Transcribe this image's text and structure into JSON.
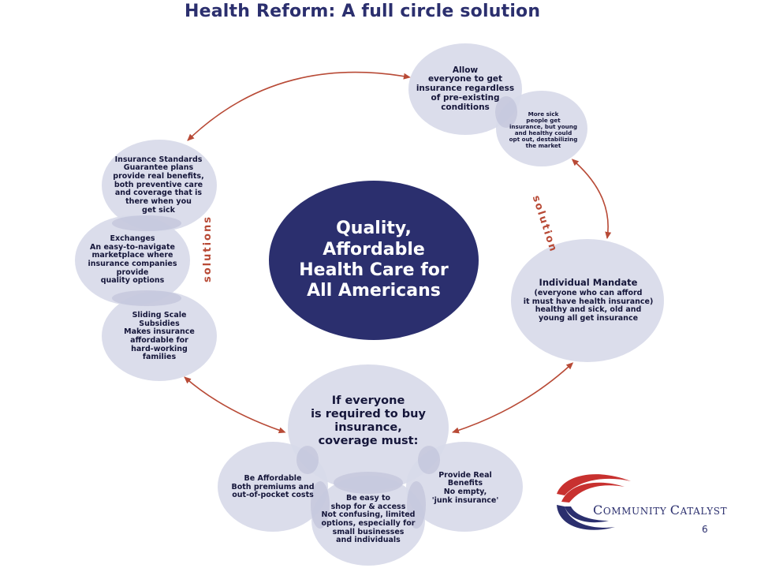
{
  "title": "Health Reform: A full circle solution",
  "center": {
    "lines": [
      "Quality,",
      "Affordable",
      "Health Care for",
      "All Americans"
    ]
  },
  "nodes": {
    "allow": {
      "lines": [
        "Allow",
        "everyone to get",
        "insurance regardless",
        "of pre-existing",
        "conditions"
      ]
    },
    "sick": {
      "lines": [
        "More sick",
        "people get",
        "insurance, but young",
        "and healthy could",
        "opt out, destabilizing",
        "the market"
      ]
    },
    "mandate": {
      "heading": "Individual Mandate",
      "lines": [
        "(everyone who can afford",
        "it must have health insurance)",
        "healthy and sick, old and",
        "young all get insurance"
      ]
    },
    "everyone": {
      "lines": [
        "If everyone",
        "is required to buy",
        "insurance,",
        "coverage must:"
      ]
    },
    "affordable": {
      "heading": "Be Affordable",
      "lines": [
        "Both premiums and",
        "out-of-pocket costs"
      ]
    },
    "easy": {
      "heading": "Be easy to",
      "heading2": "shop for & access",
      "lines": [
        "Not confusing, limited",
        "options, especially for",
        "small businesses",
        "and individuals"
      ]
    },
    "real": {
      "heading": "Provide Real",
      "heading2": "Benefits",
      "lines": [
        "No empty,",
        "'junk insurance'"
      ]
    },
    "standards": {
      "heading": "Insurance Standards",
      "lines": [
        "Guarantee plans",
        "provide real benefits,",
        "both preventive care",
        "and coverage that is",
        "there when you",
        "get sick"
      ]
    },
    "exchanges": {
      "heading": "Exchanges",
      "lines": [
        "An easy-to-navigate",
        "marketplace where",
        "insurance companies",
        "provide",
        "quality options"
      ]
    },
    "sliding": {
      "heading": "Sliding Scale",
      "heading2": "Subsidies",
      "lines": [
        "Makes insurance",
        "affordable for",
        "hard-working",
        "families"
      ]
    }
  },
  "arc_labels": {
    "right": "solution",
    "left": "solutions"
  },
  "logo": {
    "first": "Community",
    "second": "Catalyst"
  },
  "slide_number": "6",
  "colors": {
    "bubble": "#d8dae9",
    "center": "#2b2f6e",
    "overlap": "#b9bbd6",
    "arrow": "#b84a36",
    "logo_red": "#c8312f",
    "logo_blue": "#2b2f6e"
  }
}
